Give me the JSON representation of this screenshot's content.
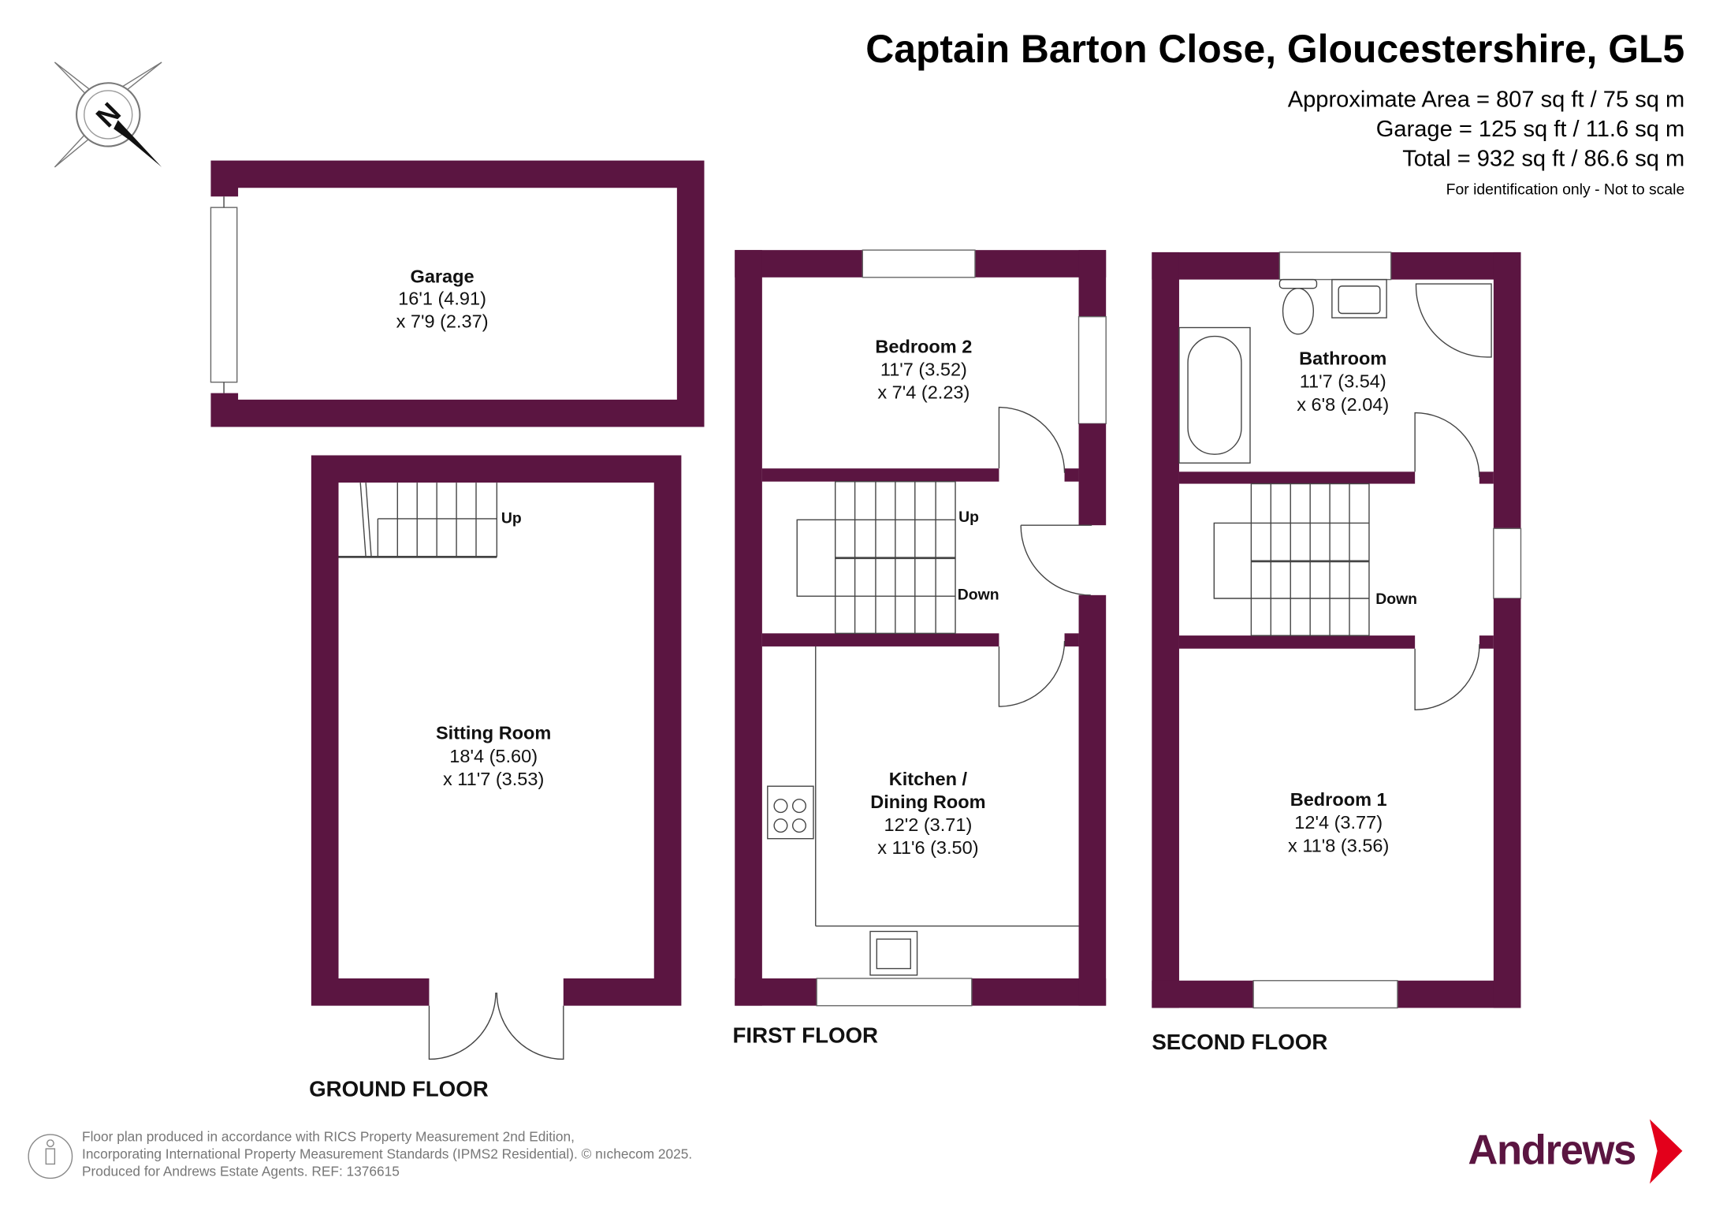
{
  "header": {
    "title": "Captain Barton Close, Gloucestershire, GL5",
    "areas": [
      "Approximate Area = 807 sq ft / 75 sq m",
      "Garage = 125 sq ft / 11.6 sq m",
      "Total = 932 sq ft / 86.6 sq m"
    ],
    "disclaimer": "For identification only - Not to scale"
  },
  "compass": {
    "label": "N"
  },
  "rooms": {
    "garage": {
      "name": "Garage",
      "dim1": "16'1 (4.91)",
      "dim2": "x 7'9 (2.37)"
    },
    "sitting": {
      "name": "Sitting Room",
      "dim1": "18'4 (5.60)",
      "dim2": "x 11'7 (3.53)"
    },
    "bedroom2": {
      "name": "Bedroom 2",
      "dim1": "11'7 (3.52)",
      "dim2": "x 7'4 (2.23)"
    },
    "kitchen": {
      "name1": "Kitchen /",
      "name2": "Dining Room",
      "dim1": "12'2 (3.71)",
      "dim2": "x 11'6 (3.50)"
    },
    "bathroom": {
      "name": "Bathroom",
      "dim1": "11'7 (3.54)",
      "dim2": "x 6'8 (2.04)"
    },
    "bedroom1": {
      "name": "Bedroom 1",
      "dim1": "12'4 (3.77)",
      "dim2": "x 11'8 (3.56)"
    }
  },
  "stairs": {
    "up": "Up",
    "down": "Down"
  },
  "floors": {
    "ground": "GROUND FLOOR",
    "first": "FIRST FLOOR",
    "second": "SECOND FLOOR"
  },
  "footer": {
    "line1": "Floor plan produced in accordance with RICS Property Measurement 2nd Edition,",
    "line2": "Incorporating International Property Measurement Standards (IPMS2 Residential).   © nıchecom 2025.",
    "line3": "Produced for Andrews Estate Agents.   REF: 1376615"
  },
  "brand": {
    "name": "Andrews",
    "color": "#5b1541",
    "accent": "#e3001b"
  }
}
